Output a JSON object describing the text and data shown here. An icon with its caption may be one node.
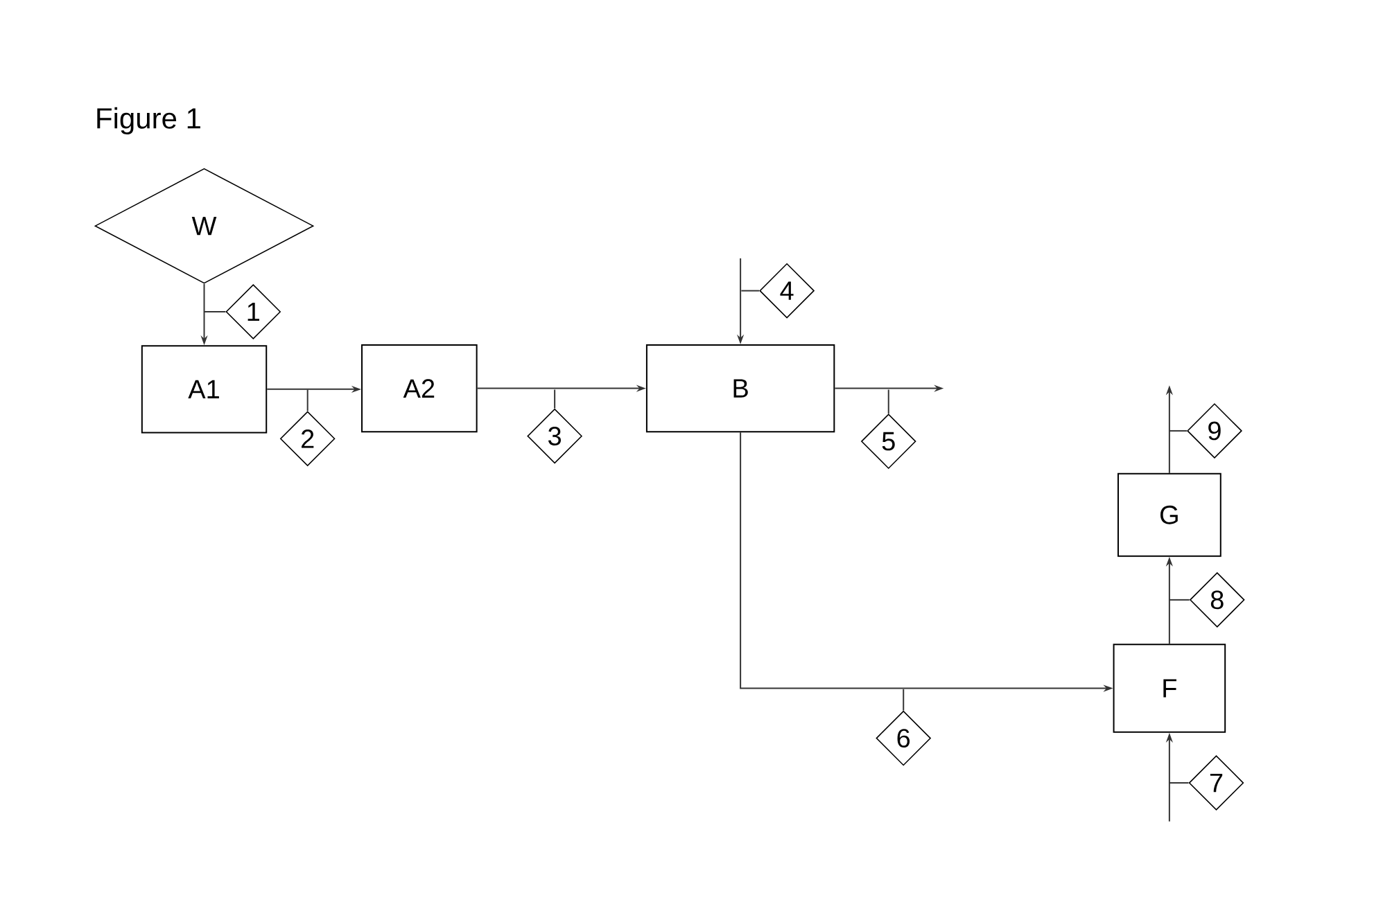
{
  "diagram": {
    "title": "Figure 1",
    "nodes": [
      {
        "text": [
          "W"
        ]
      },
      {
        "text": [
          "A1"
        ]
      },
      {
        "text": [
          "A2"
        ]
      },
      {
        "text": [
          "B"
        ]
      },
      {
        "text": [
          "G"
        ]
      },
      {
        "text": [
          "F"
        ]
      },
      {
        "text": [
          "1"
        ]
      },
      {
        "text": [
          "2"
        ]
      },
      {
        "text": [
          "3"
        ]
      },
      {
        "text": [
          "4"
        ]
      },
      {
        "text": [
          "5"
        ]
      },
      {
        "text": [
          "6"
        ]
      },
      {
        "text": [
          "7"
        ]
      },
      {
        "text": [
          "8"
        ]
      },
      {
        "text": [
          "9"
        ]
      }
    ],
    "edges": [
      {
        "from": 0,
        "to": 1,
        "arrow": "to"
      },
      {
        "from": 1,
        "to": 2,
        "arrow": "to"
      },
      {
        "from": 2,
        "to": 3,
        "arrow": "to"
      },
      {
        "from": null,
        "to": 3,
        "arrow": "to"
      },
      {
        "from": 3,
        "to": null,
        "arrow": "to"
      },
      {
        "from": 3,
        "to": 5,
        "arrow": "to"
      },
      {
        "from": null,
        "to": 5,
        "arrow": "to"
      },
      {
        "from": 5,
        "to": 4,
        "arrow": "to"
      },
      {
        "from": 4,
        "to": null,
        "arrow": "to"
      },
      {
        "from": 6,
        "to": null,
        "arrow": "none"
      },
      {
        "from": 7,
        "to": null,
        "arrow": "none"
      },
      {
        "from": 8,
        "to": null,
        "arrow": "none"
      },
      {
        "from": 9,
        "to": null,
        "arrow": "none"
      },
      {
        "from": 10,
        "to": null,
        "arrow": "none"
      },
      {
        "from": 11,
        "to": null,
        "arrow": "none"
      },
      {
        "from": 12,
        "to": null,
        "arrow": "none"
      },
      {
        "from": 13,
        "to": null,
        "arrow": "none"
      },
      {
        "from": 14,
        "to": null,
        "arrow": "none"
      }
    ]
  }
}
